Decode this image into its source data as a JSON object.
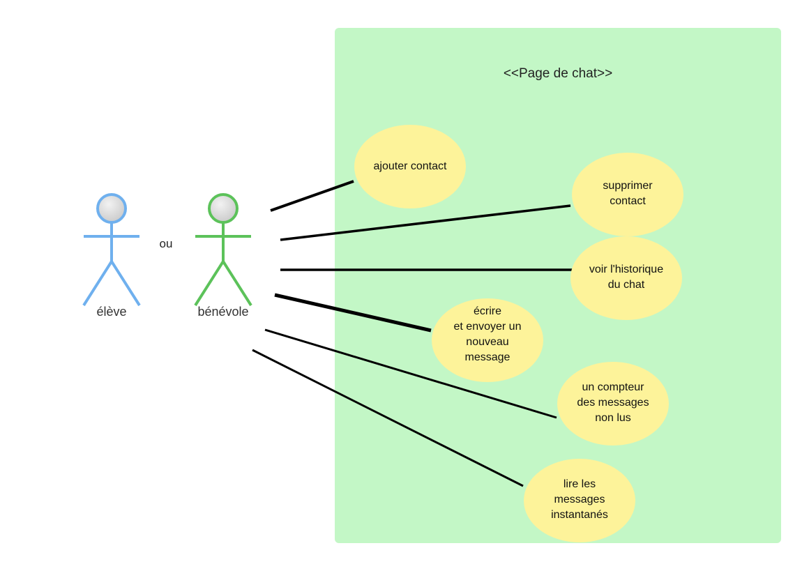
{
  "system": {
    "title": "<<Page de chat>>",
    "fill": "#c3f7c6"
  },
  "actors": [
    {
      "id": "eleve",
      "label": "élève",
      "color": "#6fb0ee"
    },
    {
      "id": "benevole",
      "label": "bénévole",
      "color": "#5cc25a"
    }
  ],
  "connector_text": "ou",
  "use_case_fill": "#fdf39a",
  "use_cases": [
    {
      "id": "ajouter-contact",
      "label": "ajouter contact"
    },
    {
      "id": "supprimer-contact",
      "label": "supprimer\ncontact"
    },
    {
      "id": "voir-historique",
      "label": "voir l'historique\ndu chat"
    },
    {
      "id": "ecrire-message",
      "label": "écrire\net envoyer un\nnouveau\nmessage"
    },
    {
      "id": "compteur-messages",
      "label": "un compteur\ndes messages\nnon lus"
    },
    {
      "id": "lire-messages",
      "label": "lire les\nmessages\ninstantanés"
    }
  ]
}
